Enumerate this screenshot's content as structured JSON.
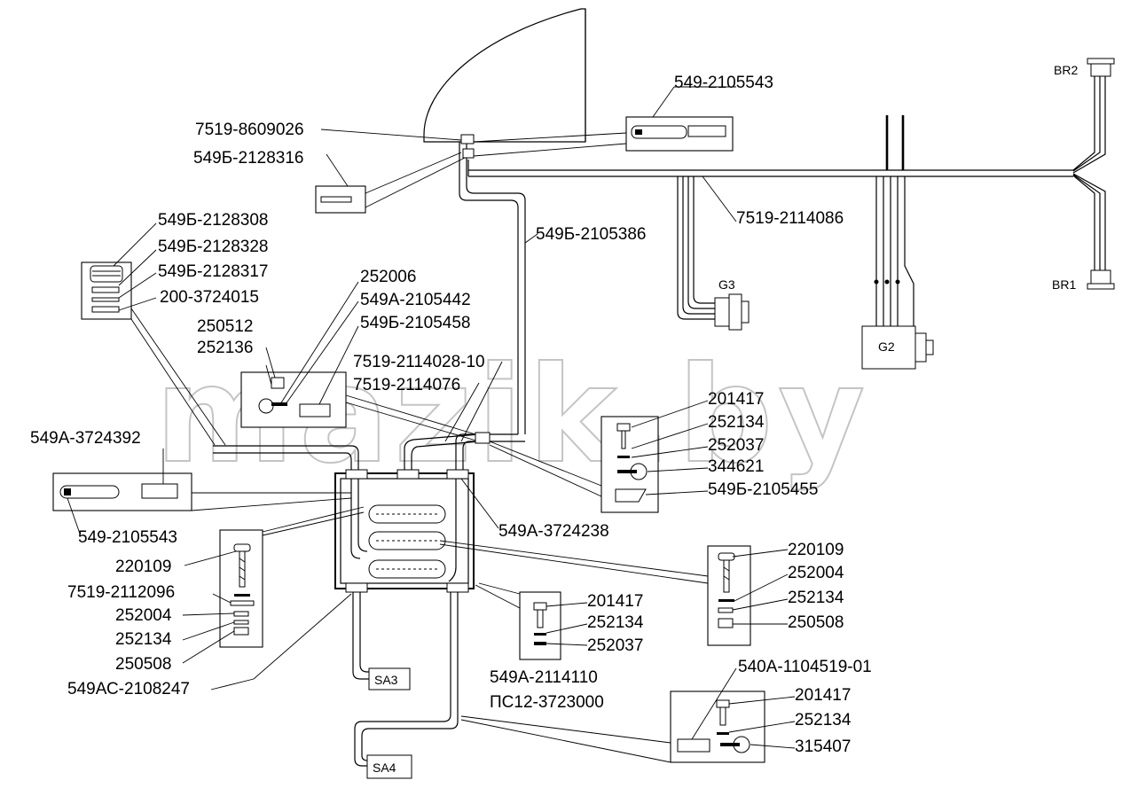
{
  "watermark": "mazik.by",
  "labels": {
    "tie_top": "549-2105543",
    "n7519_8609026": "7519-8609026",
    "n549b_2128316": "549Б-2128316",
    "n549b_2128308": "549Б-2128308",
    "n549b_2128328": "549Б-2128328",
    "n549b_2128317": "549Б-2128317",
    "n200_3724015": "200-3724015",
    "n252006": "252006",
    "n549a_2105442": "549А-2105442",
    "n549b_2105458": "549Б-2105458",
    "n250512": "250512",
    "n252136": "252136",
    "n7519_2114028_10": "7519-2114028-10",
    "n7519_2114076": "7519-2114076",
    "n549b_2105386": "549Б-2105386",
    "n7519_2114086": "7519-2114086",
    "n549a_3724392": "549А-3724392",
    "tie_left": "549-2105543",
    "n549a_3724238": "549А-3724238",
    "r1_201417": "201417",
    "r1_252134": "252134",
    "r1_252037": "252037",
    "r1_344621": "344621",
    "r1_549b_2105455": "549Б-2105455",
    "l_220109": "220109",
    "l_7519_2112096": "7519-2112096",
    "l_252004": "252004",
    "l_252134": "252134",
    "l_250508": "250508",
    "l_549ac_2108247": "549АС-2108247",
    "m_201417": "201417",
    "m_252134": "252134",
    "m_252037": "252037",
    "m_549a_2114110": "549А-2114110",
    "m_pc12_3723000": "ПС12-3723000",
    "r2_220109": "220109",
    "r2_252004": "252004",
    "r2_252134": "252134",
    "r2_250508": "250508",
    "b_540a_1104519_01": "540А-1104519-01",
    "b_201417": "201417",
    "b_252134": "252134",
    "b_315407": "315407"
  },
  "components": {
    "br2": "BR2",
    "br1": "BR1",
    "g3": "G3",
    "g2": "G2",
    "sa3": "SA3",
    "sa4": "SA4"
  }
}
